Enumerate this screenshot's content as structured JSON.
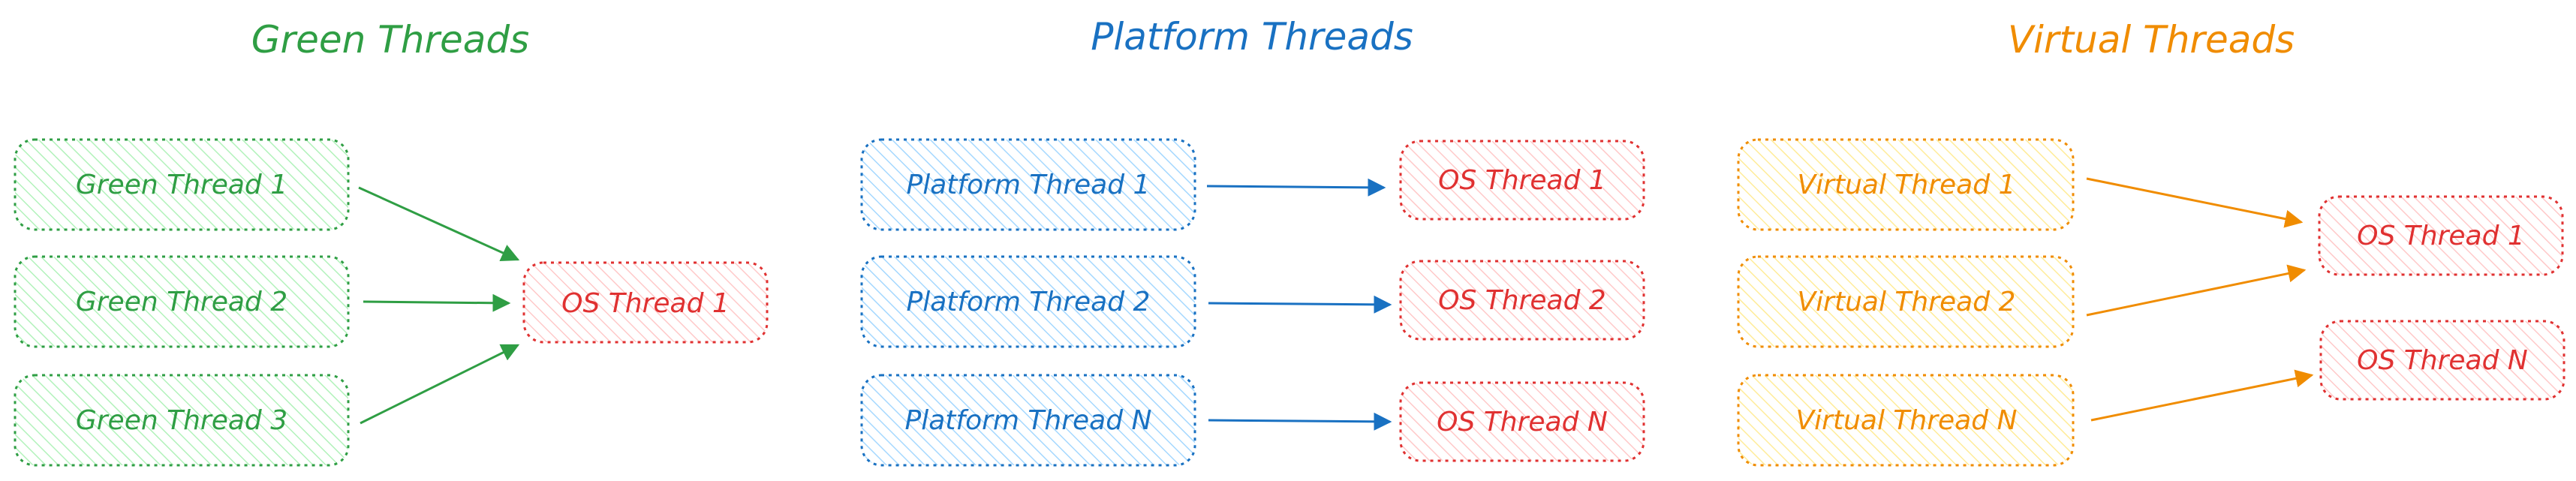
{
  "colors": {
    "green": "#2f9e44",
    "green_fill": "#b2f2bb",
    "blue": "#1971c2",
    "blue_fill": "#a5d8ff",
    "orange": "#f08c00",
    "orange_fill": "#ffec99",
    "red": "#e03131",
    "red_fill": "#ffc9c9"
  },
  "sections": {
    "green": {
      "title": "Green Threads",
      "threads": [
        "Green Thread 1",
        "Green Thread 2",
        "Green Thread 3"
      ],
      "os_threads": [
        "OS Thread 1"
      ]
    },
    "platform": {
      "title": "Platform Threads",
      "threads": [
        "Platform Thread 1",
        "Platform Thread 2",
        "Platform Thread N"
      ],
      "os_threads": [
        "OS Thread 1",
        "OS Thread 2",
        "OS Thread N"
      ]
    },
    "virtual": {
      "title": "Virtual Threads",
      "threads": [
        "Virtual Thread 1",
        "Virtual Thread 2",
        "Virtual Thread N"
      ],
      "os_threads": [
        "OS Thread 1",
        "OS Thread N"
      ]
    }
  }
}
